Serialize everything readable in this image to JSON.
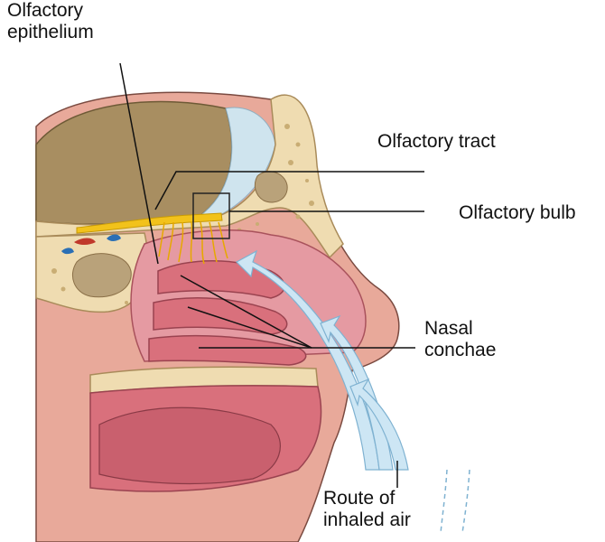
{
  "labels": {
    "olfactory_epithelium": [
      "Olfactory",
      "epithelium"
    ],
    "olfactory_tract": "Olfactory tract",
    "olfactory_bulb": "Olfactory bulb",
    "nasal_conchae": [
      "Nasal",
      "conchae"
    ],
    "route_of_inhaled_air": [
      "Route of",
      "inhaled air"
    ]
  },
  "colors": {
    "skin": "#e8a99a",
    "tissue": "#d9707c",
    "bone": "#efdcb1",
    "bone_pore": "#c9ad74",
    "brain": "#a88e61",
    "meninges": "#cfe4ee",
    "nerve": "#f2c21b",
    "airflow": "#cde6f4",
    "leader": "#111111"
  }
}
